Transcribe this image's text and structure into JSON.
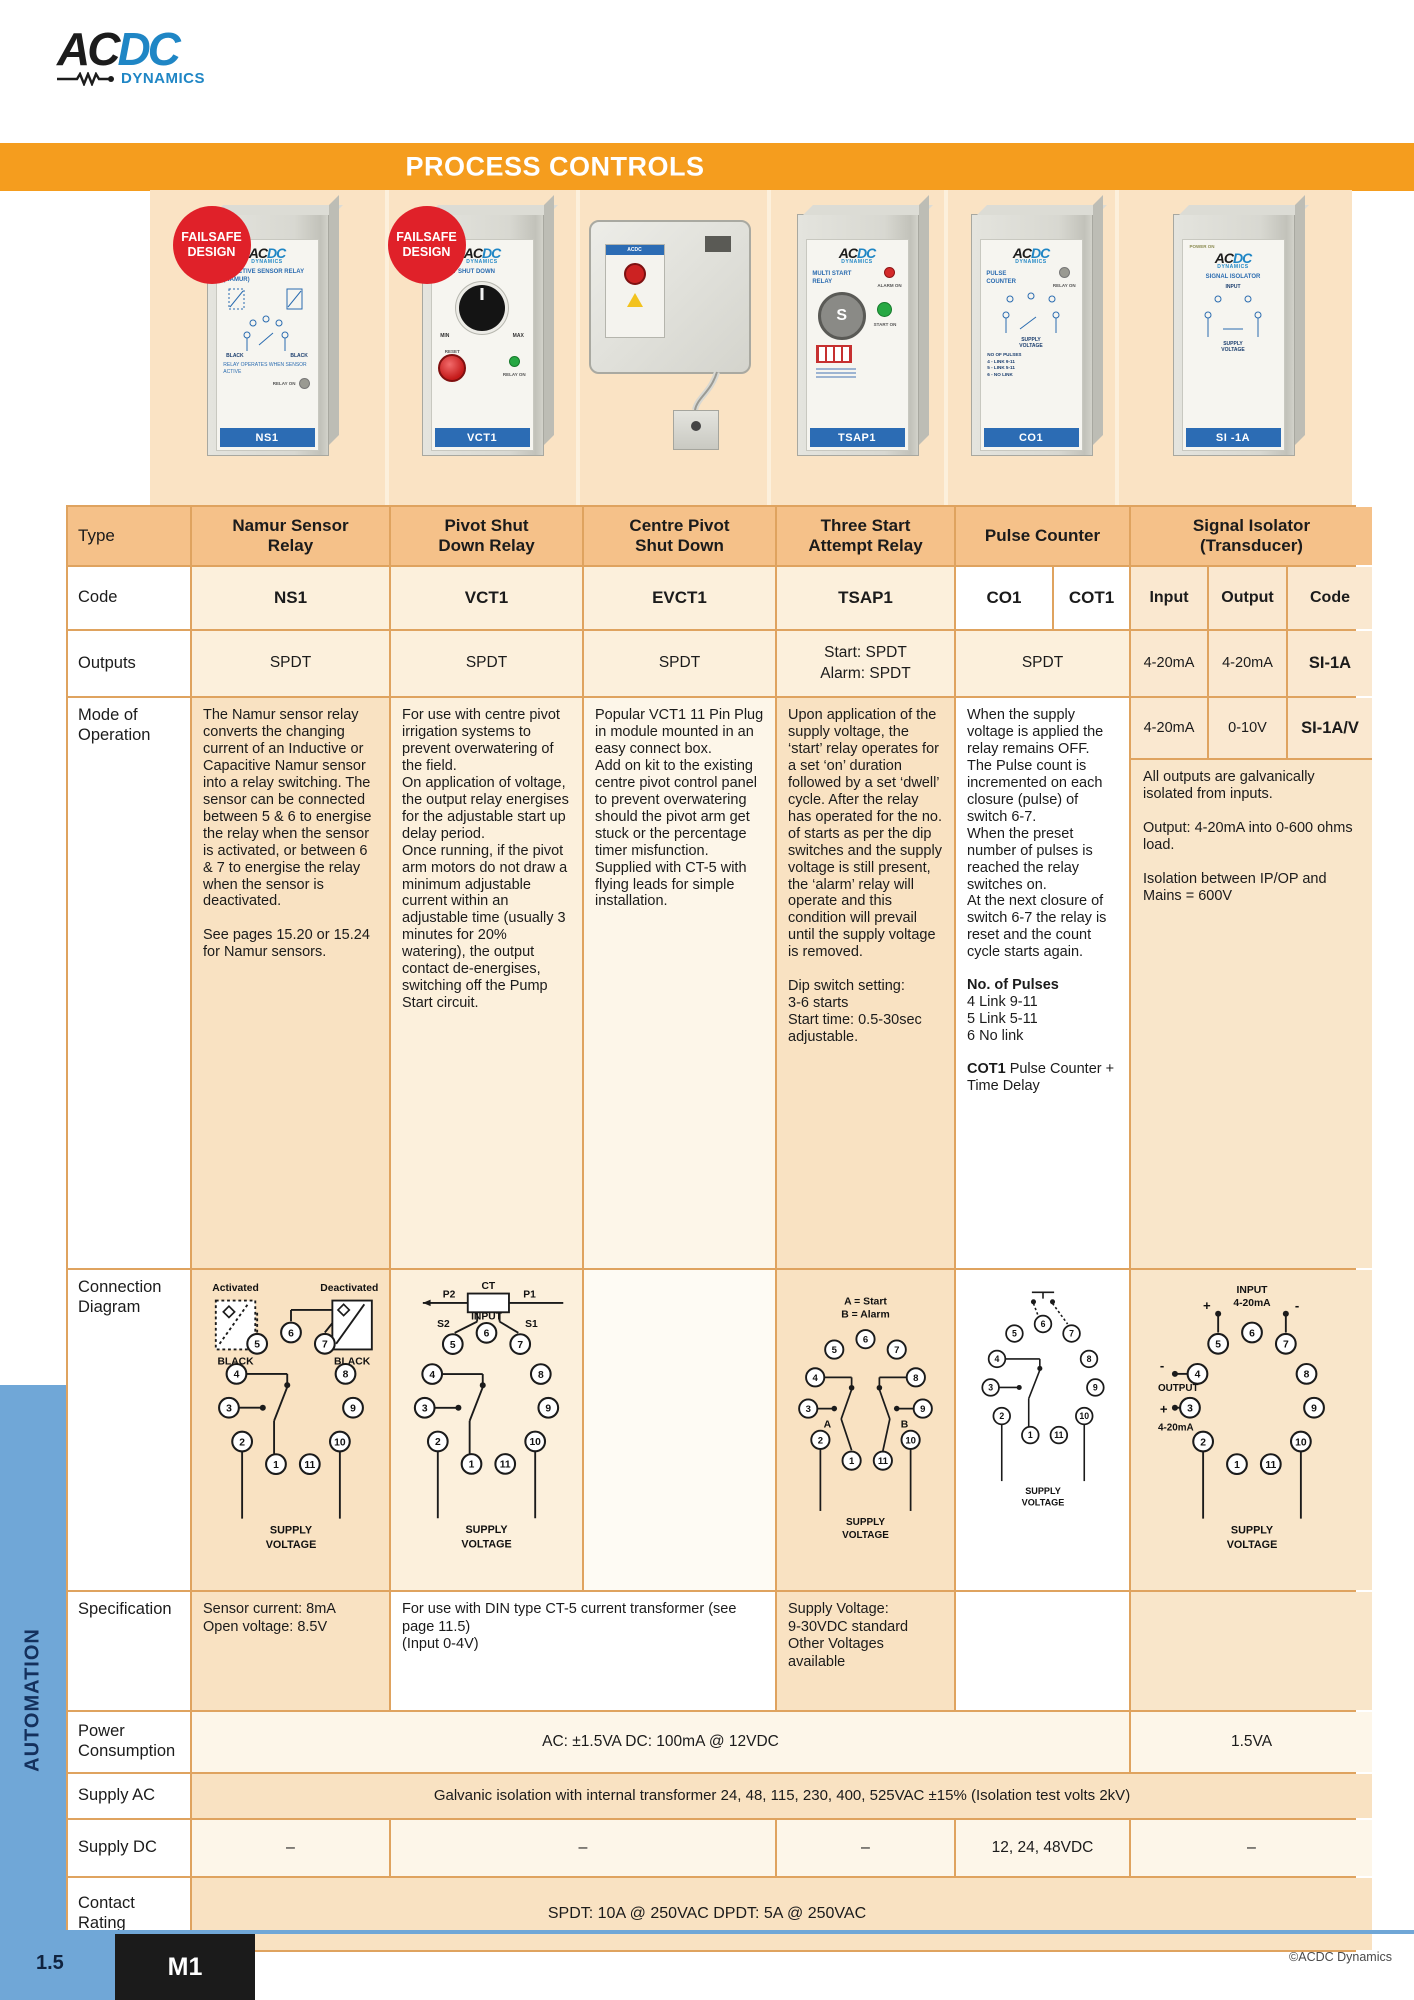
{
  "page": {
    "brand": {
      "ac": "AC",
      "dc": "DC",
      "dynamics": "DYNAMICS"
    },
    "banner_title": "PROCESS CONTROLS",
    "sidebar_label": "AUTOMATION",
    "page_number": "1.5",
    "section_tab": "M1",
    "copyright": "©ACDC Dynamics"
  },
  "products": [
    {
      "badge": "FAILSAFE\nDESIGN",
      "code": "NS1",
      "panel_title": "INDUCTIVE SENSOR RELAY (NAMUR)",
      "panel_labels": [
        "BLACK",
        "BLACK"
      ],
      "panel_note": "RELAY OPERATES WHEN SENSOR ACTIVE",
      "led_label": "RELAY ON"
    },
    {
      "badge": "FAILSAFE\nDESIGN",
      "code": "VCT1",
      "panel_title": "PIVOT SHUT DOWN",
      "knob_min": "MIN",
      "knob_max": "MAX",
      "reset_label": "RESET",
      "led_label": "RELAY ON"
    },
    {
      "inner_band": "ACDC"
    },
    {
      "code": "TSAP1",
      "panel_title": "MULTI START RELAY",
      "alarm_label": "ALARM ON",
      "dial_letter": "S",
      "start_label": "START ON"
    },
    {
      "code": "CO1",
      "panel_title": "PULSE COUNTER",
      "relay_label": "RELAY ON",
      "supply_label": "SUPPLY\nVOLTAGE",
      "pulse_lines": "NO OF PULSES\n4 - LINK 9-11\n5 - LINK 5-11\n6 - NO LINK"
    },
    {
      "code": "SI -1A",
      "power_label": "POWER ON",
      "panel_title": "SIGNAL ISOLATOR",
      "io_label": "INPUT",
      "supply_label": "SUPPLY\nVOLTAGE"
    }
  ],
  "table": {
    "row_labels": {
      "type": "Type",
      "code": "Code",
      "outputs": "Outputs",
      "mode": "Mode of Operation",
      "connection": "Connection Diagram",
      "spec": "Specification",
      "power": "Power Consumption",
      "supply_ac": "Supply AC",
      "supply_dc": "Supply DC",
      "contact": "Contact Rating"
    },
    "types": {
      "ns1": "Namur Sensor\nRelay",
      "vct1": "Pivot Shut\nDown Relay",
      "evct1": "Centre Pivot\nShut Down",
      "tsap1": "Three Start\nAttempt Relay",
      "pc": "Pulse Counter",
      "si": "Signal Isolator\n(Transducer)"
    },
    "codes": {
      "ns1": "NS1",
      "vct1": "VCT1",
      "evct1": "EVCT1",
      "tsap1": "TSAP1",
      "co1": "CO1",
      "cot1": "COT1"
    },
    "si_headers": {
      "input": "Input",
      "output": "Output",
      "code": "Code"
    },
    "outputs": {
      "ns1": "SPDT",
      "vct1": "SPDT",
      "evct1": "SPDT",
      "tsap1": "Start: SPDT\nAlarm: SPDT",
      "pc": "SPDT",
      "si_row1": [
        "4-20mA",
        "4-20mA",
        "SI-1A"
      ],
      "si_row2": [
        "4-20mA",
        "0-10V",
        "SI-1A/V"
      ]
    },
    "mode": {
      "ns1": "The Namur sensor relay converts the changing current of an Inductive or Capacitive Namur sensor into a relay switching. The sensor can be connected between 5 & 6 to energise the relay when the sensor is activated, or between 6 & 7 to energise the relay when the sensor is deactivated.\n\nSee pages 15.20 or 15.24 for Namur sensors.",
      "vct1": "For use with centre pivot irrigation systems to prevent overwatering of the field.\nOn application of voltage, the output relay energises for the adjustable start up delay period.\nOnce running, if the pivot arm motors do not draw a minimum adjustable current within an adjustable time (usually 3 minutes for 20% watering), the output contact de-energises, switching off the Pump Start circuit.",
      "evct1": "Popular VCT1 11 Pin Plug in module mounted in an easy connect box.\nAdd on kit to the existing centre pivot control panel to prevent overwatering should the pivot arm get stuck or the percentage timer misfunction.\nSupplied with CT-5 with flying leads for simple installation.",
      "tsap1": "Upon application of the supply voltage, the ‘start’ relay operates for a set ‘on’ duration followed by a set ‘dwell’ cycle.  After the relay has operated for the no. of starts as per the dip switches and the supply voltage is still present, the ‘alarm’ relay will operate and this condition will prevail until the supply voltage is removed.\n\nDip switch setting:\n3-6 starts\nStart time: 0.5-30sec adjustable.",
      "pc": "When the supply voltage is applied the relay remains OFF.\nThe Pulse count is incremented on each closure (pulse) of switch 6-7.\nWhen the preset number of pulses is reached the relay switches on.\nAt the next closure of switch 6-7 the relay is reset and the count cycle starts again.",
      "pc_pulses_title": "No. of Pulses",
      "pc_pulses": "4      Link 9-11\n5      Link 5-11\n6      No link",
      "pc_note_code": "COT1",
      "pc_note_rest": " Pulse Counter + Time Delay",
      "si": "All outputs are galvanically isolated from inputs.\n\nOutput: 4-20mA into 0-600 ohms load.\n\nIsolation between IP/OP and Mains = 600V"
    },
    "spec": {
      "ns1": "Sensor current: 8mA\nOpen voltage: 8.5V",
      "vct_evct": "For use with DIN type CT-5 current transformer (see page 11.5)\n(Input 0-4V)",
      "tsap1": "Supply Voltage:\n9-30VDC standard\nOther Voltages\navailable"
    },
    "power": {
      "main": "AC: ±1.5VA      DC: 100mA @ 12VDC",
      "si": "1.5VA"
    },
    "supply_ac": "Galvanic isolation with internal transformer 24, 48, 115, 230, 400, 525VAC  ±15% (Isolation test volts 2kV)",
    "supply_dc": {
      "ns1": "–",
      "vct": "–",
      "tsap1": "–",
      "pc": "12, 24, 48VDC",
      "si": "–"
    },
    "contact": "SPDT:  10A @ 250VAC        DPDT:  5A @ 250VAC"
  },
  "connection": {
    "pins": [
      "1",
      "2",
      "3",
      "4",
      "5",
      "6",
      "7",
      "8",
      "9",
      "10",
      "11"
    ],
    "supply1": "SUPPLY",
    "supply2": "VOLTAGE",
    "ns1": {
      "activated": "Activated",
      "deactivated": "Deactivated",
      "black1": "BLACK",
      "black2": "BLACK"
    },
    "vct1": {
      "ct": "CT",
      "p2": "P2",
      "p1": "P1",
      "s2": "S2",
      "s1": "S1",
      "input": "INPUT"
    },
    "tsap1": {
      "a_legend": "A = Start",
      "b_legend": "B = Alarm",
      "a": "A",
      "b": "B"
    },
    "si": {
      "input1": "INPUT",
      "input2": "4-20mA",
      "plus": "+",
      "minus": "-",
      "minus2": "-",
      "out1": "OUTPUT",
      "plus2": "+",
      "out2": "4-20mA"
    }
  }
}
